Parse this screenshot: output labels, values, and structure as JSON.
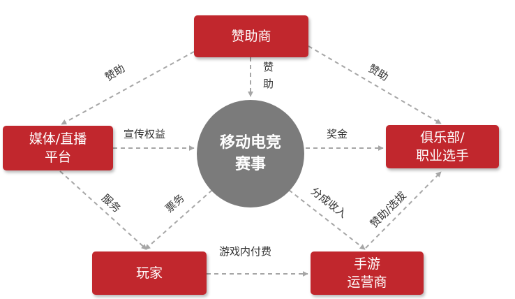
{
  "nodes": {
    "sponsor": "赞助商",
    "media_line1": "媒体/直播",
    "media_line2": "平台",
    "club_line1": "俱乐部/",
    "club_line2": "职业选手",
    "player": "玩家",
    "operator_line1": "手游",
    "operator_line2": "运营商"
  },
  "center": {
    "line1": "移动电竞",
    "line2": "赛事"
  },
  "edges": {
    "sponsor_to_media": "赞助",
    "sponsor_to_center_1": "赞",
    "sponsor_to_center_2": "助",
    "sponsor_to_club": "赞助",
    "media_to_center": "宣传权益",
    "center_to_club": "奖金",
    "media_to_player": "服务",
    "center_to_player": "票务",
    "center_to_operator": "分成收入",
    "operator_to_club": "赞助/选拔",
    "player_to_operator": "游戏内付费"
  },
  "colors": {
    "node": "#c1272d",
    "hub": "#7b7b7b",
    "arrow": "#a6a6a6"
  }
}
